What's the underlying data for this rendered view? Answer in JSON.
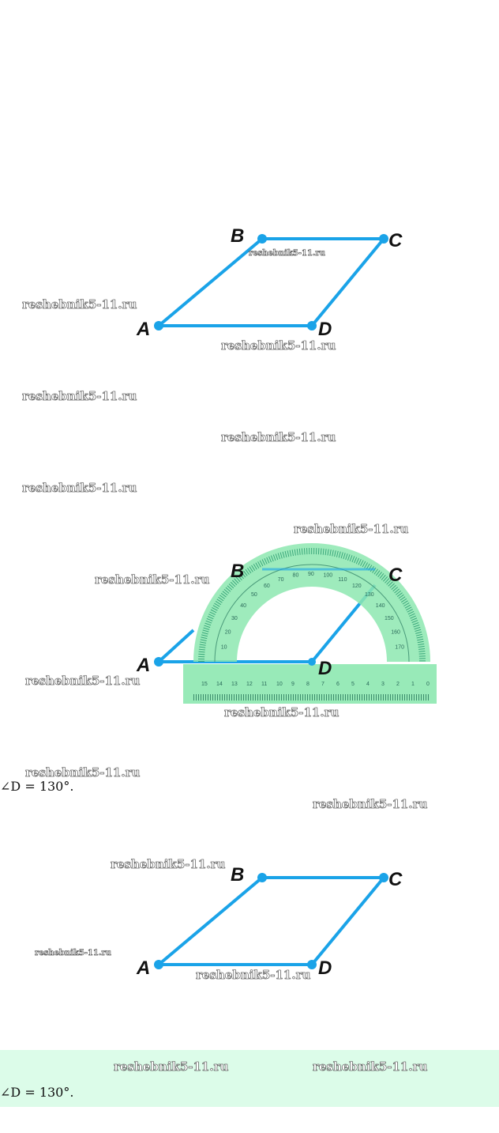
{
  "watermark": "reshebnik5-11.ru",
  "figure1": {
    "labels": [
      "A",
      "B",
      "C",
      "D"
    ]
  },
  "figure2": {
    "labels": [
      "A",
      "B",
      "C",
      "D"
    ],
    "protractor_outer": [
      "10",
      "20",
      "30",
      "40",
      "50",
      "60",
      "70",
      "80",
      "90",
      "100",
      "110",
      "120",
      "130",
      "140",
      "150",
      "160",
      "170"
    ],
    "ruler": [
      "15",
      "14",
      "13",
      "12",
      "11",
      "10",
      "9",
      "8",
      "7",
      "6",
      "5",
      "4",
      "3",
      "2",
      "1",
      "0"
    ]
  },
  "figure3": {
    "labels": [
      "A",
      "B",
      "C",
      "D"
    ]
  },
  "answer1": "∠D = 130°.",
  "answer2": "∠D = 130°.",
  "colors": {
    "line": "#1aa3e8",
    "protractor": "#8de8b0",
    "band": "#dcfce9"
  }
}
